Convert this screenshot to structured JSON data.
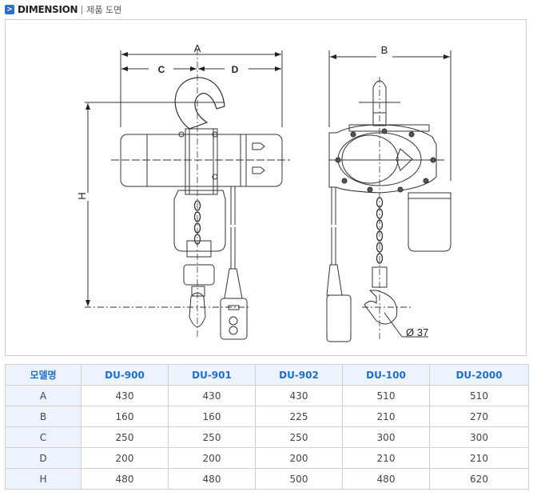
{
  "header": {
    "title": "DIMENSION",
    "subtitle": "제품 도면",
    "icon": "arrow-right-icon"
  },
  "drawing": {
    "labels": {
      "A": "A",
      "B": "B",
      "C": "C",
      "D": "D",
      "H": "H",
      "diameter": "Ø 37"
    }
  },
  "table": {
    "headers": [
      "모델명",
      "DU-900",
      "DU-901",
      "DU-902",
      "DU-100",
      "DU-2000"
    ],
    "rows": [
      {
        "label": "A",
        "values": [
          "430",
          "430",
          "430",
          "510",
          "510"
        ]
      },
      {
        "label": "B",
        "values": [
          "160",
          "160",
          "225",
          "210",
          "270"
        ]
      },
      {
        "label": "C",
        "values": [
          "250",
          "250",
          "250",
          "300",
          "300"
        ]
      },
      {
        "label": "D",
        "values": [
          "200",
          "200",
          "200",
          "210",
          "210"
        ]
      },
      {
        "label": "H",
        "values": [
          "480",
          "480",
          "500",
          "480",
          "620"
        ]
      }
    ]
  }
}
